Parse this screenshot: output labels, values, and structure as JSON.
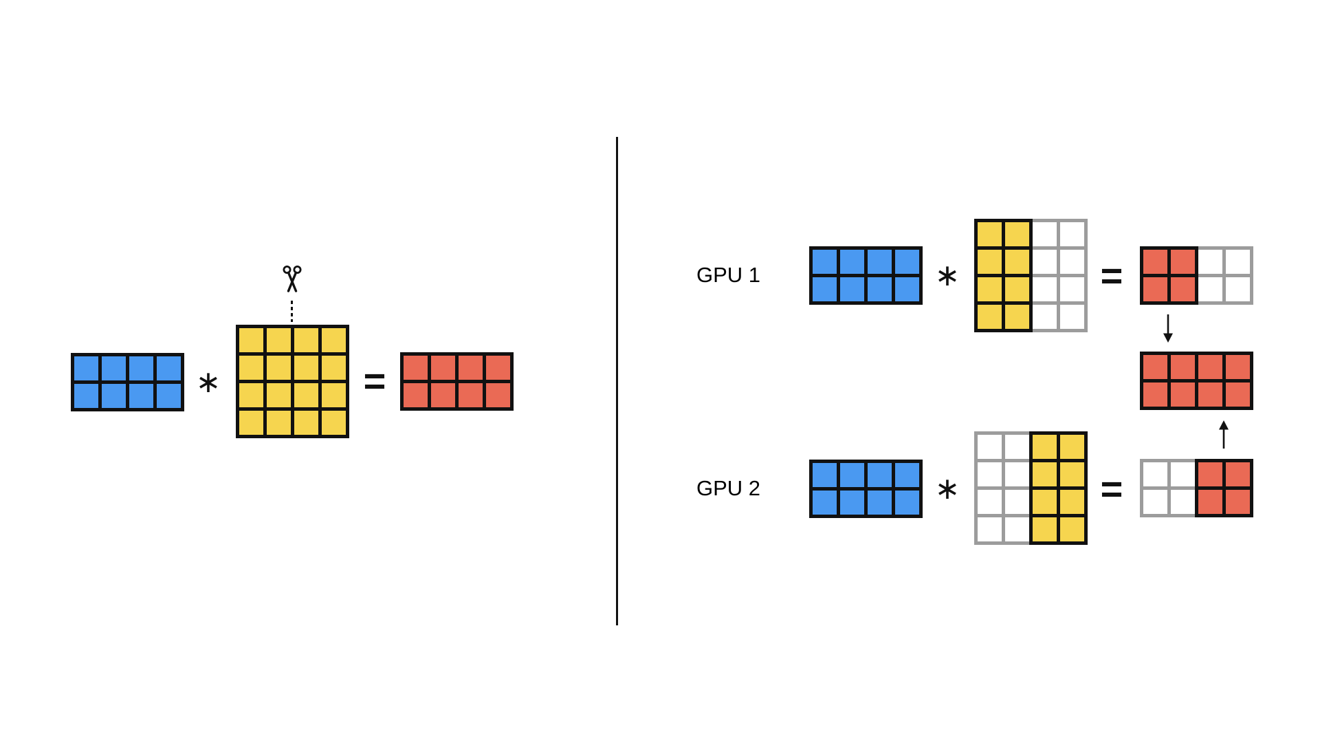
{
  "diagram": {
    "background": "#ffffff",
    "colors": {
      "blue": "#4A99F1",
      "yellow": "#F6D54F",
      "red": "#EA6A55",
      "black": "#111111",
      "gray": "#9C9C9C",
      "white": "#ffffff"
    },
    "left": {
      "scissors_icon": "scissors-cut",
      "multiply": "∗",
      "equals": "=",
      "input_matrix": {
        "rows": 2,
        "segments": [
          {
            "cols": 4,
            "fill": "blue",
            "border": "black"
          }
        ]
      },
      "weight_matrix": {
        "rows": 4,
        "segments": [
          {
            "cols": 4,
            "fill": "yellow",
            "border": "black"
          }
        ]
      },
      "output_matrix": {
        "rows": 2,
        "segments": [
          {
            "cols": 4,
            "fill": "red",
            "border": "black"
          }
        ]
      }
    },
    "right": {
      "gpu1": {
        "label": "GPU 1",
        "multiply": "∗",
        "equals": "=",
        "input_matrix": {
          "rows": 2,
          "segments": [
            {
              "cols": 4,
              "fill": "blue",
              "border": "black"
            }
          ]
        },
        "weight_shard": {
          "rows": 4,
          "segments": [
            {
              "cols": 2,
              "fill": "yellow",
              "border": "black"
            },
            {
              "cols": 2,
              "fill": "white",
              "border": "gray",
              "trim": "left"
            }
          ]
        },
        "partial_output": {
          "rows": 2,
          "segments": [
            {
              "cols": 2,
              "fill": "red",
              "border": "black"
            },
            {
              "cols": 2,
              "fill": "white",
              "border": "gray",
              "trim": "left"
            }
          ]
        }
      },
      "gpu2": {
        "label": "GPU 2",
        "multiply": "∗",
        "equals": "=",
        "input_matrix": {
          "rows": 2,
          "segments": [
            {
              "cols": 4,
              "fill": "blue",
              "border": "black"
            }
          ]
        },
        "weight_shard": {
          "rows": 4,
          "segments": [
            {
              "cols": 2,
              "fill": "white",
              "border": "gray",
              "trim": "right"
            },
            {
              "cols": 2,
              "fill": "yellow",
              "border": "black"
            }
          ]
        },
        "partial_output": {
          "rows": 2,
          "segments": [
            {
              "cols": 2,
              "fill": "white",
              "border": "gray",
              "trim": "right"
            },
            {
              "cols": 2,
              "fill": "red",
              "border": "black"
            }
          ]
        }
      },
      "combined_output": {
        "rows": 2,
        "segments": [
          {
            "cols": 4,
            "fill": "red",
            "border": "black"
          }
        ]
      },
      "down_arrow_icon": "arrow-down",
      "up_arrow_icon": "arrow-up"
    }
  }
}
